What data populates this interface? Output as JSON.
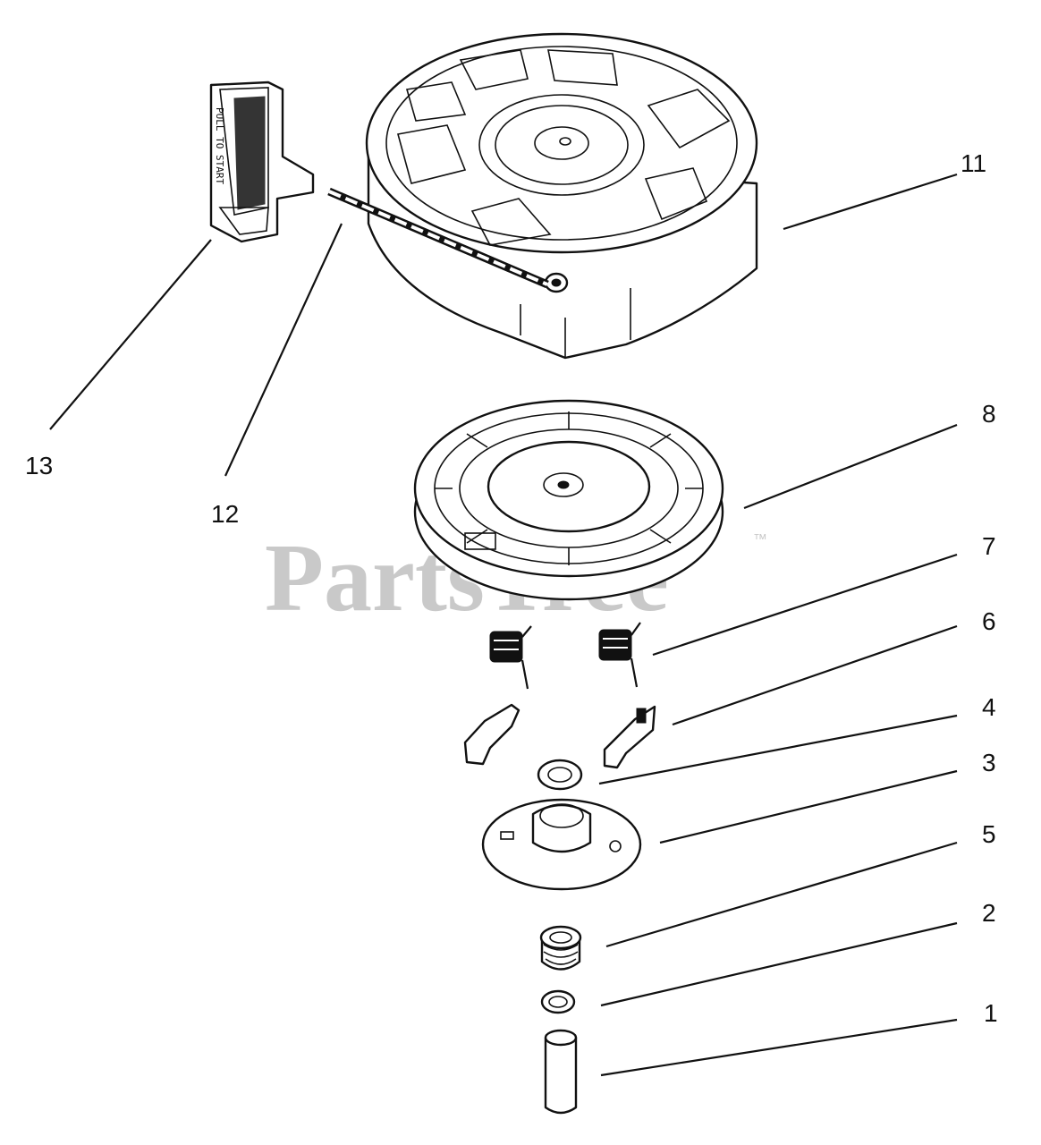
{
  "watermark": {
    "text": "PartsTree",
    "tm": "™"
  },
  "callouts": [
    {
      "id": "11",
      "label": "11"
    },
    {
      "id": "8",
      "label": "8"
    },
    {
      "id": "7",
      "label": "7"
    },
    {
      "id": "6",
      "label": "6"
    },
    {
      "id": "4",
      "label": "4"
    },
    {
      "id": "3",
      "label": "3"
    },
    {
      "id": "5",
      "label": "5"
    },
    {
      "id": "2",
      "label": "2"
    },
    {
      "id": "1",
      "label": "1"
    },
    {
      "id": "13",
      "label": "13"
    },
    {
      "id": "12",
      "label": "12"
    }
  ],
  "handle_text": "PULL TO START",
  "colors": {
    "line": "#111111",
    "watermark": "#c9c9c9",
    "background": "#ffffff"
  }
}
